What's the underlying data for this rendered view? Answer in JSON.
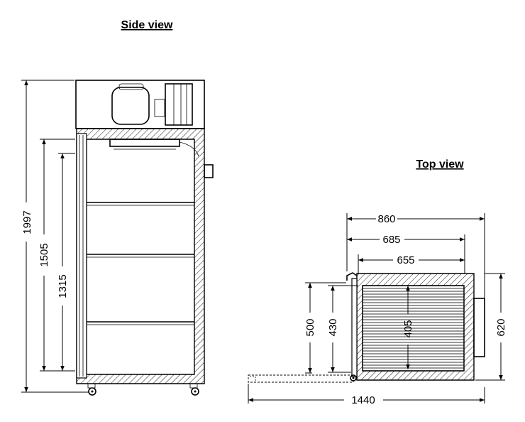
{
  "side_view": {
    "title": "Side view",
    "dims": {
      "overall_height": "1997",
      "inner_height": "1505",
      "door_height": "1315"
    }
  },
  "top_view": {
    "title": "Top view",
    "dims": {
      "outer_width": "860",
      "mid_width": "685",
      "inner_width": "655",
      "outer_depth": "620",
      "inner_depth": "405",
      "depth_500": "500",
      "depth_430": "430",
      "door_open": "1440"
    }
  }
}
